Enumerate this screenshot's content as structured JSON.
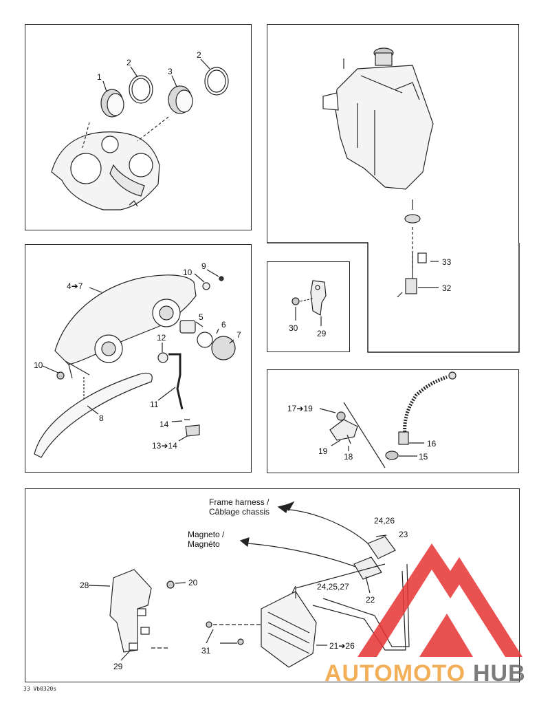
{
  "labels": {
    "p1_1": "1",
    "p1_2a": "2",
    "p1_3": "3",
    "p1_2b": "2",
    "p3_4_7": "4➔7",
    "p3_10a": "10",
    "p3_9": "9",
    "p3_5": "5",
    "p3_6": "6",
    "p3_7": "7",
    "p3_12": "12",
    "p3_10b": "10",
    "p3_11": "11",
    "p3_8": "8",
    "p3_14": "14",
    "p3_13_14": "13➔14",
    "p2_33": "33",
    "p2_32": "32",
    "p4_30": "30",
    "p4_29": "29",
    "p5_17_19": "17➔19",
    "p5_16": "16",
    "p5_19": "19",
    "p5_18": "18",
    "p5_15": "15",
    "p6_24_26": "24,26",
    "p6_23": "23",
    "p6_28": "28",
    "p6_20": "20",
    "p6_24_25_27": "24,25,27",
    "p6_22": "22",
    "p6_31": "31",
    "p6_21_26": "21➔26",
    "p6_29": "29"
  },
  "captions": {
    "frame_en": "Frame harness /",
    "frame_fr": "Câblage chassis",
    "magneto_en": "Magneto /",
    "magneto_fr": "Magnéto"
  },
  "reference_code": "33 Vb0320s",
  "watermark": {
    "text_a": "AUTOMOTO",
    "text_b": "HUB",
    "color_logo": "#e63232",
    "color_text_a": "#f2a23a",
    "color_text_b": "#666666"
  }
}
